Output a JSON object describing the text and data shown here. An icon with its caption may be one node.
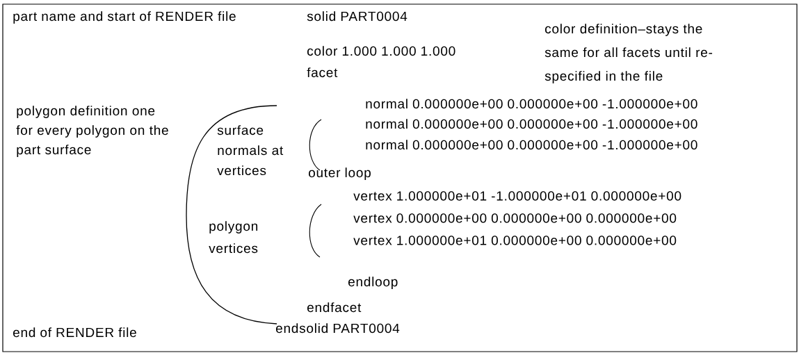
{
  "diagram": {
    "labels": [
      "part name and start of RENDER file",
      "solid PART0004",
      "color definition–stays the same for all facets until re-specified in the file",
      "color 1.000 1.000 1.000",
      "facet",
      "normal 0.000000e+00 0.000000e+00 -1.000000e+00",
      "polygon definition one for every polygon on the part surface",
      "normal 0.000000e+00 0.000000e+00 -1.000000e+00",
      "surface normals at vertices",
      "normal 0.000000e+00 0.000000e+00 -1.000000e+00",
      "outer loop",
      "vertex 1.000000e+01 -1.000000e+01 0.000000e+00",
      "vertex 0.000000e+00 0.000000e+00 0.000000e+00",
      "polygon vertices",
      "vertex 1.000000e+01 0.000000e+00 0.000000e+00",
      "endloop",
      "endfacet",
      "endsolid PART0004",
      "end of RENDER file"
    ]
  }
}
